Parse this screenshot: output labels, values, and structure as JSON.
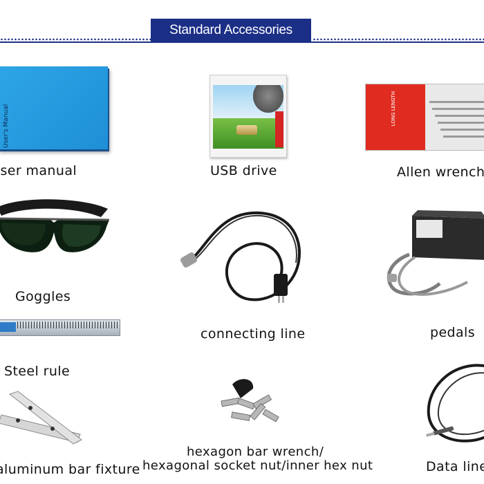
{
  "header": {
    "title": "Standard Accessories",
    "accent_color": "#1b2f86"
  },
  "items": {
    "user_manual": {
      "caption": "user manual",
      "icon": "manual-icon",
      "cover_title": "User's Manual"
    },
    "usb_drive": {
      "caption": "USB drive",
      "icon": "usb-drive-icon"
    },
    "allen_wrench": {
      "caption": "Allen wrench",
      "icon": "allen-wrench-icon",
      "pack_text": "LONG LENGTH"
    },
    "goggles": {
      "caption": "Goggles",
      "icon": "goggles-icon"
    },
    "connecting_line": {
      "caption": "connecting line",
      "icon": "cable-icon"
    },
    "pedals": {
      "caption": "pedals",
      "icon": "foot-pedal-icon"
    },
    "steel_rule": {
      "caption": "Steel rule",
      "icon": "ruler-icon"
    },
    "bar_fixture": {
      "caption": "aluminum bar fixture",
      "icon": "bar-fixture-icon"
    },
    "hex_nuts": {
      "caption_line1": "hexagon bar wrench/",
      "caption_line2": "hexagonal socket nut/inner hex nut",
      "icon": "hex-nut-icon"
    },
    "data_line": {
      "caption": "Data line",
      "icon": "data-cable-icon"
    }
  }
}
